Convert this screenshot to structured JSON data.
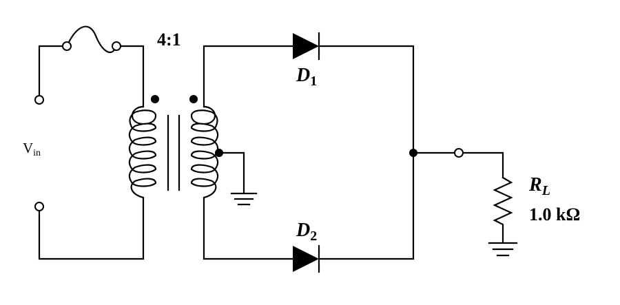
{
  "labels": {
    "ratio": "4:1",
    "vin": "V",
    "vin_sub": "in",
    "d1": "D",
    "d1_sub": "1",
    "d2": "D",
    "d2_sub": "2",
    "rl": "R",
    "rl_sub": "L",
    "rl_value": "1.0 kΩ"
  }
}
